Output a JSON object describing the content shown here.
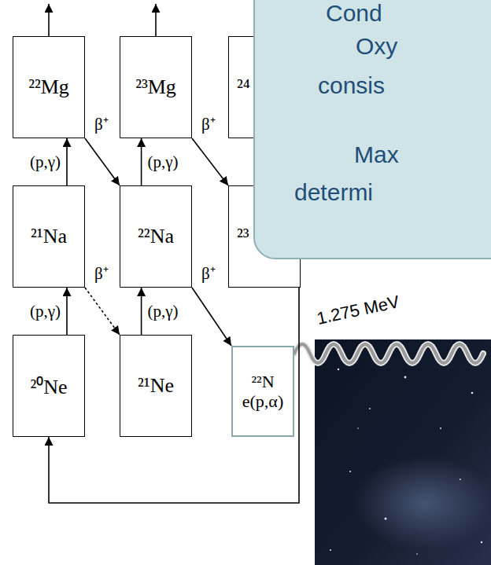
{
  "diagram": {
    "nodes": [
      {
        "text": [
          "²²Mg"
        ]
      },
      {
        "text": [
          "²³Mg"
        ]
      },
      {
        "text": [
          "²⁴"
        ]
      },
      {
        "text": [
          "Cond",
          "Oxy",
          "consis",
          "Max",
          "determi"
        ]
      },
      {
        "text": [
          "²¹Na"
        ]
      },
      {
        "text": [
          "²²Na"
        ]
      },
      {
        "text": [
          "²³"
        ]
      },
      {
        "text": [
          "²⁰Ne"
        ]
      },
      {
        "text": [
          "²¹Ne"
        ]
      },
      {
        "text": [
          "²²N e(p,α)"
        ]
      }
    ],
    "edges": [
      {
        "from": 4,
        "to": 0,
        "label": "(p,γ)",
        "arrow": "to"
      },
      {
        "from": 5,
        "to": 1,
        "label": "(p,γ)",
        "arrow": "to"
      },
      {
        "from": 7,
        "to": 4,
        "label": "(p,γ)",
        "arrow": "to"
      },
      {
        "from": 8,
        "to": 5,
        "label": "(p,γ)",
        "arrow": "to"
      },
      {
        "from": 0,
        "to": 5,
        "label": "β⁺",
        "arrow": "to"
      },
      {
        "from": 1,
        "to": 6,
        "label": "β⁺",
        "arrow": "to"
      },
      {
        "from": 4,
        "to": 8,
        "label": "β⁺",
        "arrow": "to"
      },
      {
        "from": 5,
        "to": 9,
        "label": "β⁺",
        "arrow": "to"
      },
      {
        "from": 6,
        "to": 7,
        "arrow": "to"
      }
    ],
    "labels": [
      "1.275 MeV"
    ]
  }
}
